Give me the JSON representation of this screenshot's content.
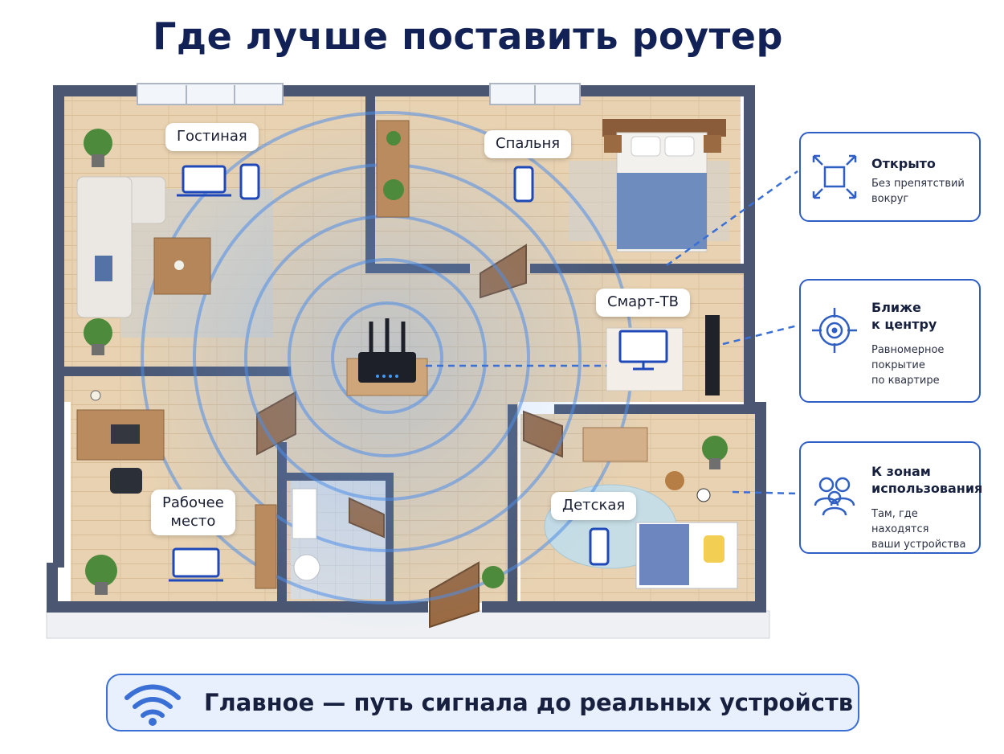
{
  "title": "Где лучше поставить роутер",
  "rooms": {
    "living": "Гостиная",
    "bedroom": "Спальня",
    "tv": "Смарт-ТВ",
    "workplace_line1": "Рабочее",
    "workplace_line2": "место",
    "kids": "Детская"
  },
  "tips": [
    {
      "icon": "expand-icon",
      "title": "Открыто",
      "desc_line1": "Без препятствий",
      "desc_line2": "вокруг"
    },
    {
      "icon": "target-icon",
      "title_line1": "Ближе",
      "title_line2": "к центру",
      "desc_line1": "Равномерное",
      "desc_line2": "покрытие",
      "desc_line3": "по квартире"
    },
    {
      "icon": "users-icon",
      "title_line1": "К зонам",
      "title_line2": "использования",
      "desc_line1": "Там, где находятся",
      "desc_line2": "ваши устройства"
    }
  ],
  "banner": {
    "icon": "wifi-icon",
    "text": "Главное — путь сигнала до реальных устройств"
  },
  "colors": {
    "accent": "#2f5fc4",
    "title": "#122257",
    "wall": "#4a5672",
    "floor": "#e6cfae",
    "signal": "#4f8ee8"
  }
}
